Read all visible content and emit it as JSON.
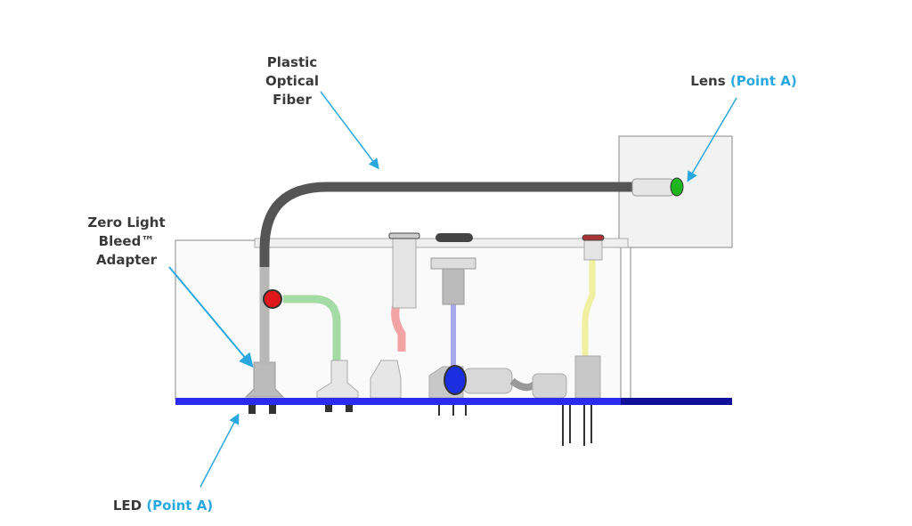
{
  "labels": {
    "fiber": [
      "Plastic",
      "Optical",
      "Fiber"
    ],
    "lens": {
      "text": "Lens",
      "point": "(Point A)"
    },
    "adapter": [
      "Zero Light",
      "Bleed™",
      "Adapter"
    ],
    "led": {
      "text": "LED",
      "point": "(Point A)"
    }
  },
  "colors": {
    "label_text": "#3a3a3a",
    "highlight": "#29a8e0",
    "arrow": "#29a8e0",
    "pcb": "#2b2bf0",
    "pcb_dark": "#10109a",
    "fiber": "#555555",
    "lens_green": "#1fb51f",
    "led_red": "#e01818",
    "led_blue": "#1a2ee0",
    "pipe_green": "#9fdc9f",
    "pipe_red": "#f0a0a0",
    "pipe_blue": "#a8a8ee",
    "pipe_yellow": "#f0f0a0"
  }
}
